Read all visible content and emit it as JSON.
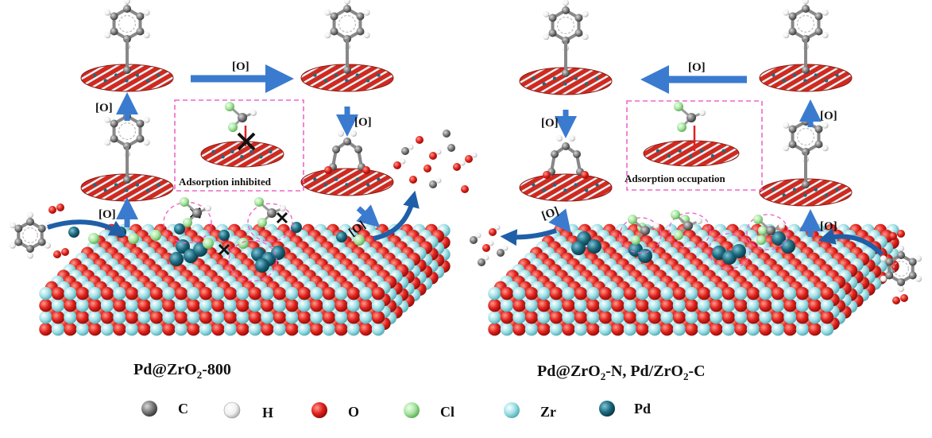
{
  "left_panel": {
    "caption_main": "Pd@ZrO",
    "caption_sub": "2",
    "caption_tail": "-800",
    "inset_label": "Adsorption inhibited"
  },
  "right_panel": {
    "caption_parts": [
      "Pd@ZrO",
      "2",
      "-N, Pd/ZrO",
      "2",
      "-C"
    ],
    "inset_label": "Adsorption occupation"
  },
  "oxidant_label": "[O]",
  "legend": [
    {
      "symbol": "C",
      "color": "#7a7a7a"
    },
    {
      "symbol": "H",
      "color": "#f2f2f2"
    },
    {
      "symbol": "O",
      "color": "#e0201c"
    },
    {
      "symbol": "Cl",
      "color": "#a8e6a0"
    },
    {
      "symbol": "Zr",
      "color": "#9ee0e6"
    },
    {
      "symbol": "Pd",
      "color": "#1d6a80"
    }
  ]
}
